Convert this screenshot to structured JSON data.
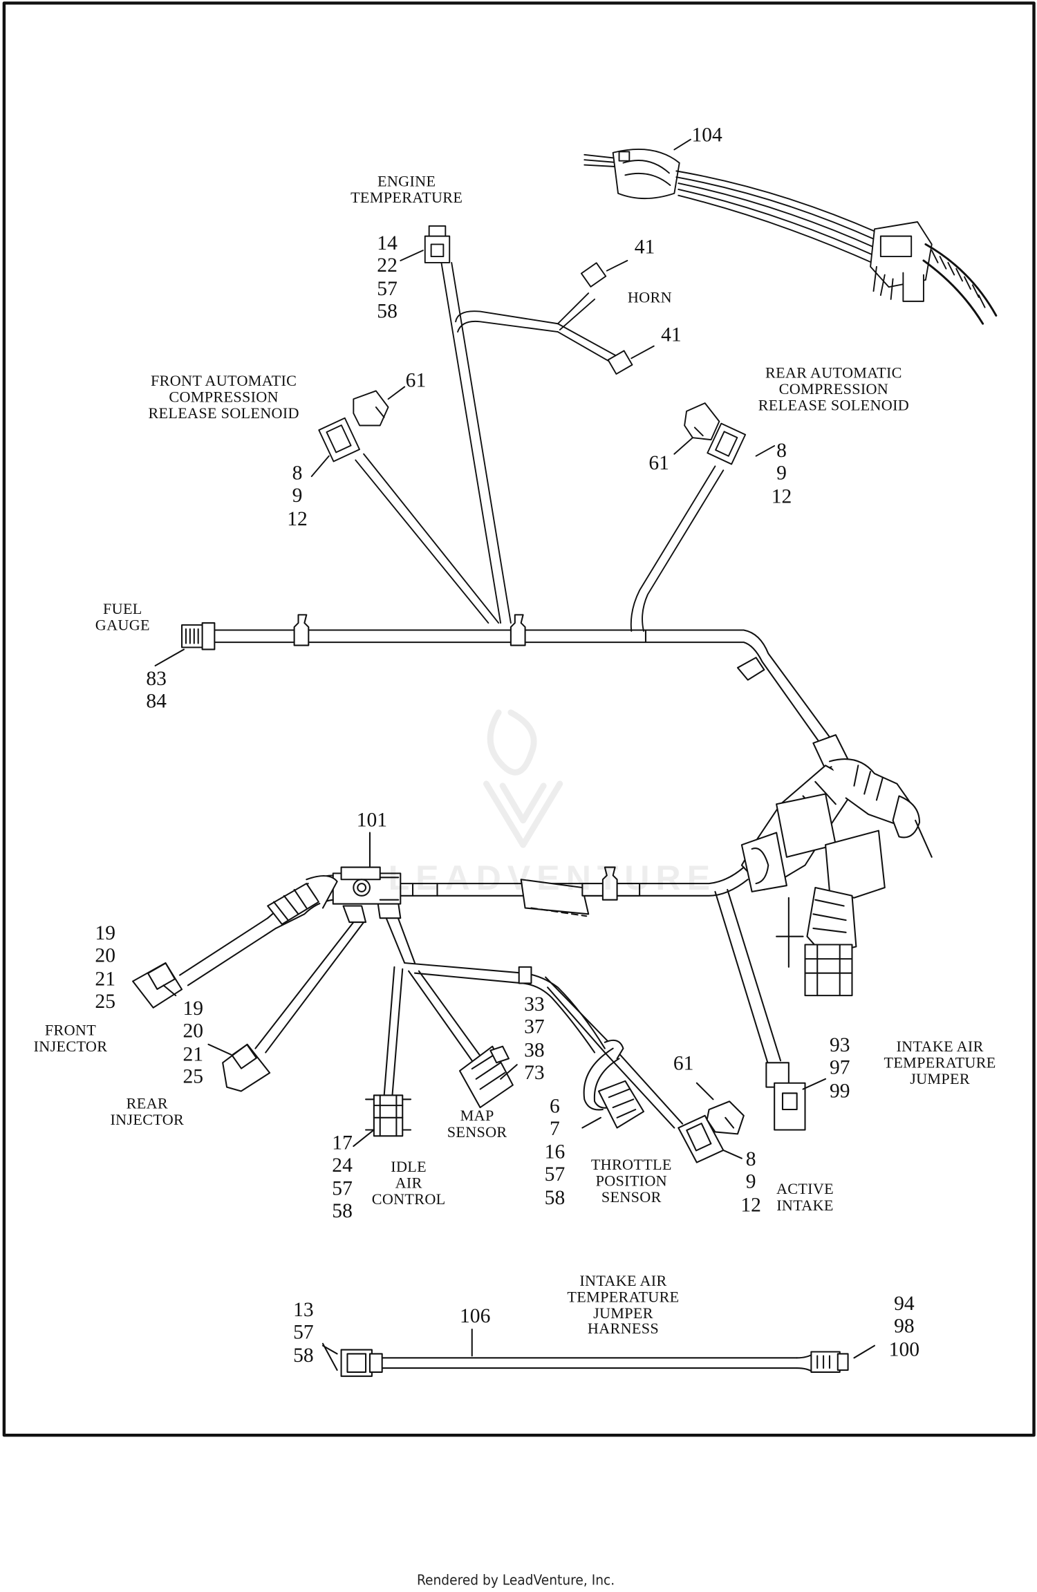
{
  "callouts": {
    "harness_104": "104",
    "engine_temperature_caption": "ENGINE\nTEMPERATURE",
    "engine_temperature_parts": "14\n22\n57\n58",
    "horn_caption": "HORN",
    "horn_part_upper": "41",
    "horn_part_lower": "41",
    "front_acr_caption": "FRONT AUTOMATIC\nCOMPRESSION\nRELEASE SOLENOID",
    "front_acr_cap_part": "61",
    "front_acr_parts": "8\n9\n12",
    "rear_acr_caption": "REAR AUTOMATIC\nCOMPRESSION\nRELEASE SOLENOID",
    "rear_acr_cap_part": "61",
    "rear_acr_parts": "8\n9\n12",
    "fuel_gauge_caption": "FUEL\nGAUGE",
    "fuel_gauge_parts": "83\n84",
    "junction_101": "101",
    "front_injector_parts": "19\n20\n21\n25",
    "front_injector_caption": "FRONT\nINJECTOR",
    "rear_injector_parts": "19\n20\n21\n25",
    "rear_injector_caption": "REAR\nINJECTOR",
    "map_sensor_parts": "33\n37\n38\n73",
    "map_sensor_caption": "MAP\nSENSOR",
    "idle_air_parts": "17\n24\n57\n58",
    "idle_air_caption": "IDLE\nAIR\nCONTROL",
    "tps_parts": "6\n7\n16\n57\n58",
    "tps_caption": "THROTTLE\nPOSITION\nSENSOR",
    "active_intake_cap_part": "61",
    "active_intake_parts": "8\n9\n12",
    "active_intake_caption": "ACTIVE\nINTAKE",
    "iat_jumper_parts": "93\n97\n99",
    "iat_jumper_caption": "INTAKE AIR\nTEMPERATURE\nJUMPER",
    "jumper_harness_caption": "INTAKE AIR\nTEMPERATURE\nJUMPER\nHARNESS",
    "jumper_harness_part": "106",
    "jumper_left_parts": "13\n57\n58",
    "jumper_right_parts": "94\n98\n100"
  },
  "footer": {
    "rendered_by": "Rendered by LeadVenture, Inc."
  },
  "watermark": {
    "text": "LEADVENTURE"
  }
}
